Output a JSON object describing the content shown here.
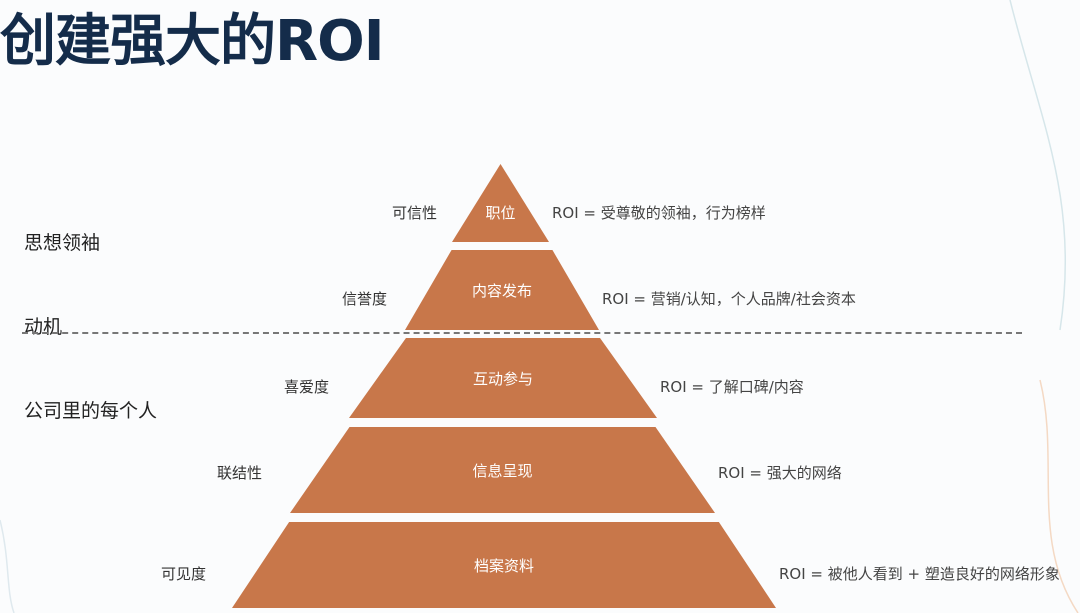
{
  "title": "创建强大的ROI",
  "side_labels": {
    "thought_leader": "思想领袖",
    "motivation": "动机",
    "everyone": "公司里的每个人"
  },
  "tiers": [
    {
      "label": "职位",
      "left": "可信性",
      "right": "ROI = 受尊敬的领袖，行为榜样"
    },
    {
      "label": "内容发布",
      "left": "信誉度",
      "right": "ROI = 营销/认知，个人品牌/社会资本"
    },
    {
      "label": "互动参与",
      "left": "喜爱度",
      "right": "ROI = 了解口碑/内容"
    },
    {
      "label": "信息呈现",
      "left": "联结性",
      "right": "ROI = 强大的网络"
    },
    {
      "label": "档案资料",
      "left": "可见度",
      "right": "ROI = 被他人看到 + 塑造良好的网络形象"
    }
  ],
  "colors": {
    "tier_fill": "#c8774a",
    "title": "#142c4a"
  }
}
